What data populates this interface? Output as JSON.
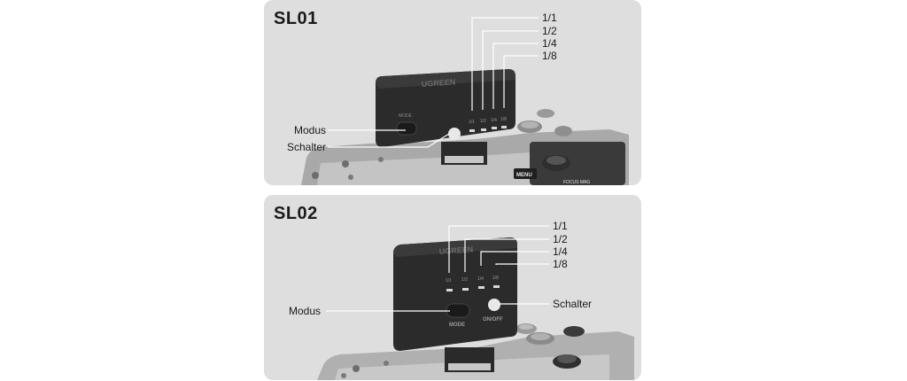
{
  "panels": [
    {
      "title": "SL01",
      "levels": [
        "1/1",
        "1/2",
        "1/4",
        "1/8"
      ],
      "led_marks": [
        "1/1",
        "1/2",
        "1/4",
        "1/8"
      ],
      "mode_label": "Modus",
      "switch_label": "Schalter",
      "device_brand": "UGREEN",
      "device_mode_text": "MODE",
      "camera_menu_text": "MENU",
      "camera_focus_text": "FOCUS MAG"
    },
    {
      "title": "SL02",
      "levels": [
        "1/1",
        "1/2",
        "1/4",
        "1/8"
      ],
      "led_marks": [
        "1/1",
        "1/2",
        "1/4",
        "1/8"
      ],
      "mode_label": "Modus",
      "switch_label": "Schalter",
      "device_brand": "UGREEN",
      "device_mode_text": "MODE",
      "device_onoff_text": "ON/OFF"
    }
  ],
  "colors": {
    "panel_bg": "#dedede",
    "device_body": "#2b2b2b",
    "camera_silver": "#b9b9b9",
    "led": "#d8d8d8"
  }
}
